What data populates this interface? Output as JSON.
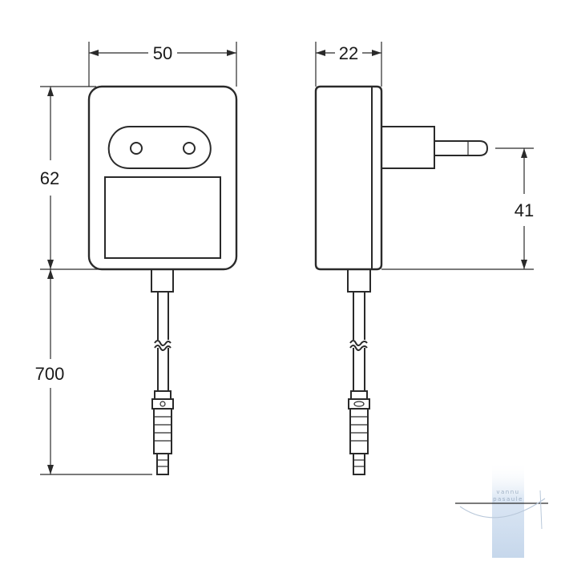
{
  "dimensions": {
    "front_width": "50",
    "front_height": "62",
    "cable_length": "700",
    "side_depth": "22",
    "pin_height": "41"
  },
  "watermark": {
    "line1": "vannu",
    "line2": "pasaule"
  },
  "colors": {
    "line": "#2a2a2a",
    "watermark": "#c9d9ec"
  }
}
